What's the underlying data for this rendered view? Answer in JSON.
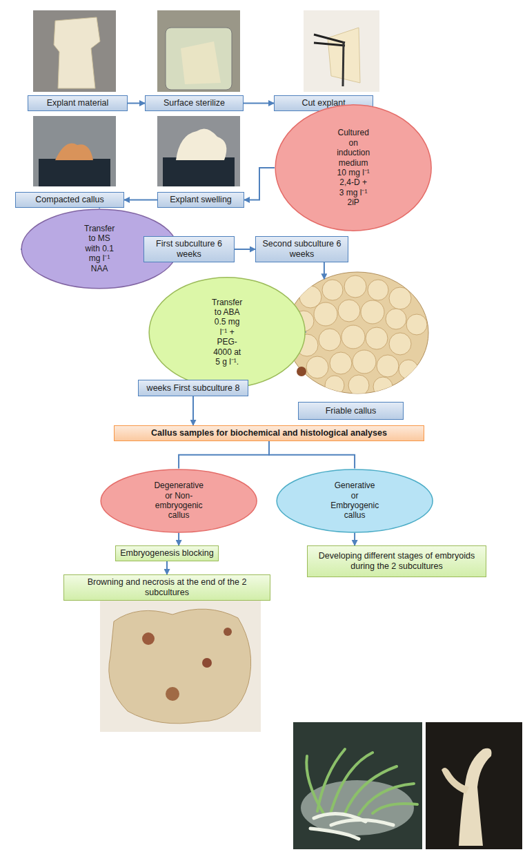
{
  "diagram": {
    "nodes": [
      {
        "text": [
          "Explant material"
        ]
      },
      {
        "text": [
          "Surface sterilize"
        ]
      },
      {
        "text": [
          "Cut explant"
        ]
      },
      {
        "text": [
          "Cultured on induction medium 10 mg l⁻¹ 2,4-D + 3 mg l⁻¹ 2iP"
        ]
      },
      {
        "text": [
          "Compacted callus"
        ]
      },
      {
        "text": [
          "Explant swelling"
        ]
      },
      {
        "text": [
          "Transfer to MS with 0.1 mg l⁻¹ NAA"
        ]
      },
      {
        "text": [
          "First subculture 6 weeks"
        ]
      },
      {
        "text": [
          "Second subculture 6 weeks"
        ]
      },
      {
        "text": [
          "Transfer to ABA 0.5 mg l⁻¹ + PEG-4000 at 5 g l⁻¹."
        ]
      },
      {
        "text": [
          "weeks First subculture 8"
        ]
      },
      {
        "text": [
          "Friable callus"
        ]
      },
      {
        "text": [
          "Callus samples for biochemical and histological analyses"
        ]
      },
      {
        "text": [
          "Degenerative or Non-embryogenic callus"
        ]
      },
      {
        "text": [
          "Generative or Embryogenic callus"
        ]
      },
      {
        "text": [
          "Embryogenesis blocking"
        ]
      },
      {
        "text": [
          "Developing different stages of embryoids during the 2 subcultures"
        ]
      },
      {
        "text": [
          "Browning and necrosis at the end of the 2 subcultures"
        ]
      }
    ],
    "edges": [
      {
        "from": 0,
        "to": 1,
        "arrow": "to"
      },
      {
        "from": 1,
        "to": 2,
        "arrow": "to"
      },
      {
        "from": 2,
        "to": 3,
        "arrow": "to"
      },
      {
        "from": 3,
        "to": 5,
        "arrow": "to"
      },
      {
        "from": 5,
        "to": 4,
        "arrow": "to"
      },
      {
        "from": 4,
        "to": 6,
        "arrow": "to"
      },
      {
        "from": 6,
        "to": 7,
        "arrow": "to"
      },
      {
        "from": 7,
        "to": 8,
        "arrow": "to"
      },
      {
        "from": 8,
        "to": 11,
        "arrow": "to"
      },
      {
        "from": 11,
        "to": 9,
        "arrow": "to"
      },
      {
        "from": 9,
        "to": 10,
        "arrow": "to"
      },
      {
        "from": 10,
        "to": 12,
        "arrow": "to"
      },
      {
        "from": 12,
        "to": 13,
        "arrow": "none"
      },
      {
        "from": 12,
        "to": 14,
        "arrow": "none"
      },
      {
        "from": 13,
        "to": 15,
        "arrow": "to"
      },
      {
        "from": 15,
        "to": 17,
        "arrow": "to"
      },
      {
        "from": 14,
        "to": 16,
        "arrow": "to"
      }
    ]
  }
}
